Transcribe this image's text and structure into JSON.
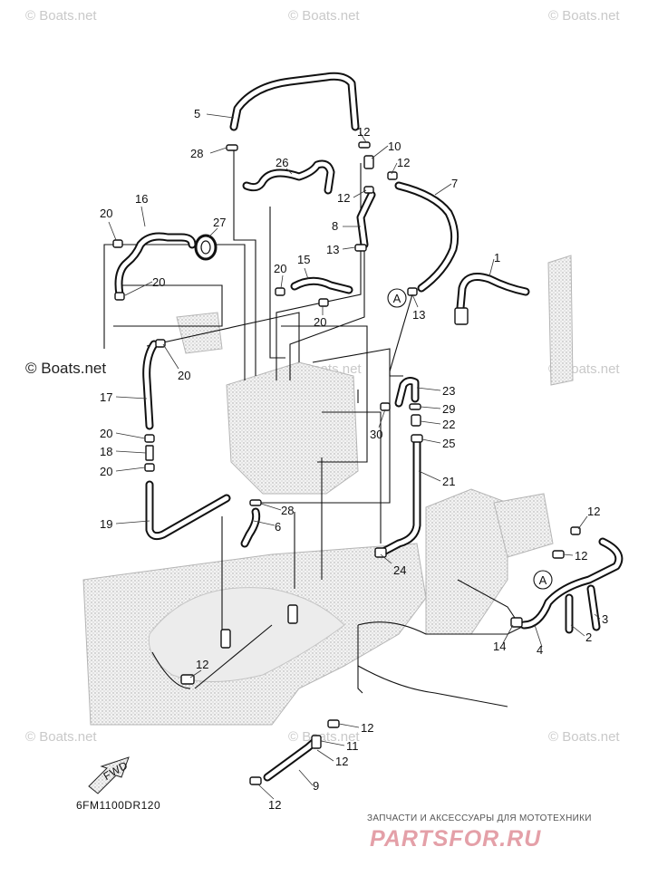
{
  "diagram": {
    "code": "6FM1100DR120",
    "fwd_label": "FWD",
    "ref_marker": "A"
  },
  "watermarks": {
    "main": "© Boats.net",
    "faint": "© Boats.net"
  },
  "branding": {
    "tagline": "ЗАПЧАСТИ И АКСЕССУАРЫ ДЛЯ МОТОТЕХНИКИ",
    "site": "PARTSFOR.RU"
  },
  "callouts": {
    "c1": "1",
    "c2": "2",
    "c3": "3",
    "c4": "4",
    "c5": "5",
    "c6": "6",
    "c7": "7",
    "c8": "8",
    "c9": "9",
    "c10": "10",
    "c11": "11",
    "c12": "12",
    "c13": "13",
    "c14": "14",
    "c15": "15",
    "c16": "16",
    "c17": "17",
    "c18": "18",
    "c19": "19",
    "c20": "20",
    "c21": "21",
    "c22": "22",
    "c23": "23",
    "c24": "24",
    "c25": "25",
    "c26": "26",
    "c27": "27",
    "c28": "28",
    "c29": "29",
    "c30": "30"
  }
}
